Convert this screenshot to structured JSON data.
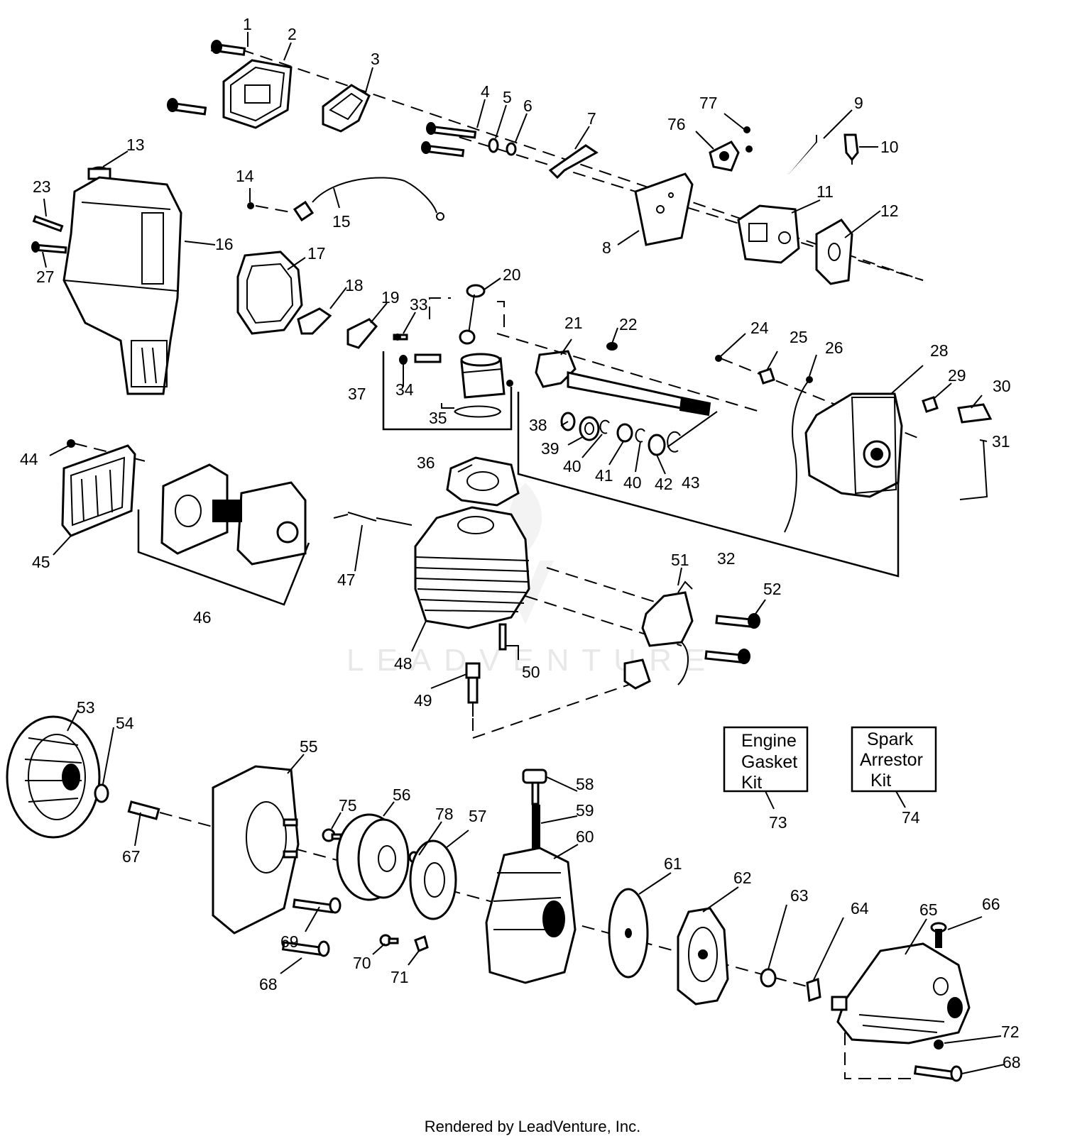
{
  "callouts": [
    "1",
    "2",
    "3",
    "4",
    "5",
    "6",
    "7",
    "8",
    "9",
    "10",
    "11",
    "12",
    "13",
    "14",
    "15",
    "16",
    "17",
    "18",
    "19",
    "20",
    "21",
    "22",
    "23",
    "24",
    "25",
    "26",
    "27",
    "28",
    "29",
    "30",
    "31",
    "32",
    "33",
    "34",
    "35",
    "36",
    "37",
    "38",
    "39",
    "40",
    "40",
    "41",
    "42",
    "43",
    "44",
    "45",
    "46",
    "47",
    "48",
    "49",
    "50",
    "51",
    "52",
    "53",
    "54",
    "55",
    "56",
    "57",
    "58",
    "59",
    "60",
    "61",
    "62",
    "63",
    "64",
    "65",
    "66",
    "67",
    "68",
    "68",
    "69",
    "70",
    "71",
    "72",
    "73",
    "74",
    "75",
    "76",
    "77",
    "78"
  ],
  "kits": {
    "engine_gasket": {
      "line1": "Engine",
      "line2": "Gasket",
      "line3": "Kit"
    },
    "spark_arrestor": {
      "line1": "Spark",
      "line2": "Arrestor",
      "line3": "Kit"
    }
  },
  "watermark": "LEADVENTURE",
  "footer": "Rendered by LeadVenture, Inc."
}
